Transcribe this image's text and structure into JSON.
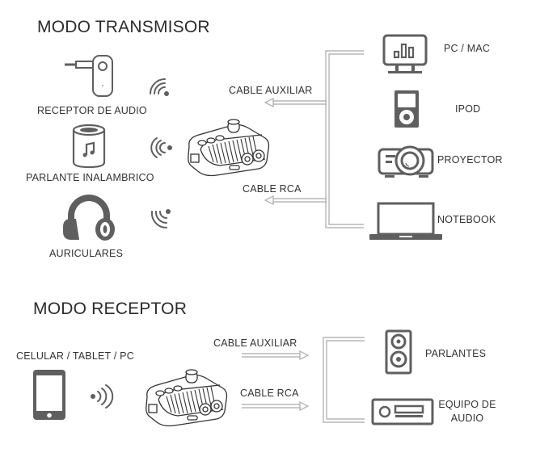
{
  "transmitter": {
    "title": "MODO TRANSMISOR",
    "sources": [
      {
        "label": "RECEPTOR DE AUDIO",
        "icon": "bluetooth-receiver-icon"
      },
      {
        "label": "PARLANTE INALAMBRICO",
        "icon": "wireless-speaker-icon"
      },
      {
        "label": "AURICULARES",
        "icon": "headphones-icon"
      }
    ],
    "cables": [
      {
        "label": "CABLE AUXILIAR",
        "direction": "left"
      },
      {
        "label": "CABLE RCA",
        "direction": "left"
      }
    ],
    "devices": [
      {
        "label": "PC / MAC",
        "icon": "monitor-icon"
      },
      {
        "label": "IPOD",
        "icon": "ipod-icon"
      },
      {
        "label": "PROYECTOR",
        "icon": "projector-icon"
      },
      {
        "label": "NOTEBOOK",
        "icon": "laptop-icon"
      }
    ]
  },
  "receiver": {
    "title": "MODO RECEPTOR",
    "source": {
      "label": "CELULAR / TABLET / PC",
      "icon": "smartphone-icon"
    },
    "cables": [
      {
        "label": "CABLE AUXILIAR",
        "direction": "right"
      },
      {
        "label": "CABLE RCA",
        "direction": "right"
      }
    ],
    "devices": [
      {
        "label": "PARLANTES",
        "icon": "speaker-box-icon"
      },
      {
        "label": "EQUIPO DE",
        "label_line2": "AUDIO",
        "icon": "audio-equipment-icon"
      }
    ]
  },
  "colors": {
    "icon": "#5f5f5f",
    "line": "#a9a9a9",
    "text": "#333333"
  }
}
